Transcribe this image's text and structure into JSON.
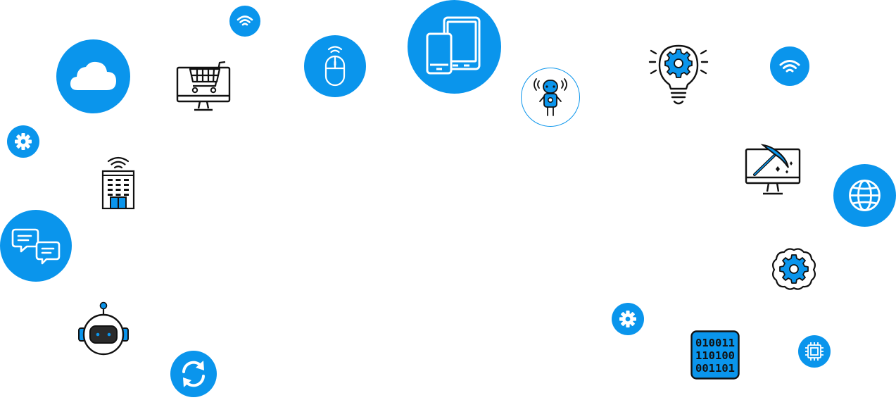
{
  "palette": {
    "accent": "#0a95ec",
    "ink": "#111111",
    "background": "#ffffff"
  },
  "binary_tile": {
    "row1": "010011",
    "row2": "110100",
    "row3": "001101"
  },
  "icons": [
    "wifi-icon",
    "cloud-icon",
    "shopping-cart-monitor-icon",
    "wireless-mouse-icon",
    "mobile-tablet-devices-icon",
    "robot-signal-icon",
    "lightbulb-gear-icon",
    "wifi-icon",
    "gear-icon",
    "smart-building-icon",
    "chat-bubbles-icon",
    "monitor-pickaxe-icon",
    "globe-icon",
    "brain-gear-icon",
    "robot-head-icon",
    "gear-icon",
    "binary-code-icon",
    "chip-icon",
    "sync-icon"
  ]
}
